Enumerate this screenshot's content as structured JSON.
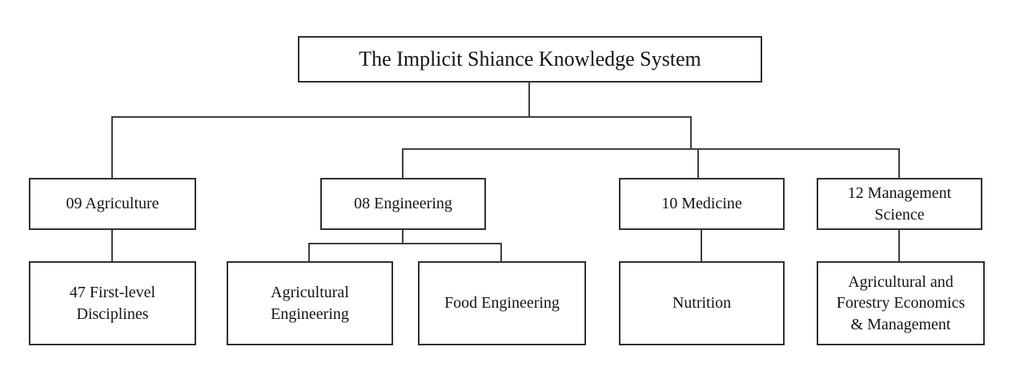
{
  "colors": {
    "background": "#ffffff",
    "box_border": "#2f2f2f",
    "line": "#3e3e3e",
    "text": "#141414"
  },
  "root": {
    "label": "The Implicit Shiance Knowledge System"
  },
  "level2": [
    {
      "id": "agriculture",
      "lines": [
        "09 Agriculture"
      ]
    },
    {
      "id": "engineering",
      "lines": [
        "08 Engineering"
      ]
    },
    {
      "id": "medicine",
      "lines": [
        "10 Medicine"
      ]
    },
    {
      "id": "management-science",
      "lines": [
        "12 Management",
        "Science"
      ]
    }
  ],
  "level3": [
    {
      "id": "first-level-disciplines",
      "lines": [
        "47 First-level",
        "Disciplines"
      ]
    },
    {
      "id": "agricultural-engineering",
      "lines": [
        "Agricultural",
        "Engineering"
      ]
    },
    {
      "id": "food-engineering",
      "lines": [
        "Food Engineering"
      ]
    },
    {
      "id": "nutrition",
      "lines": [
        "Nutrition"
      ]
    },
    {
      "id": "agri-forestry-econ-mgmt",
      "lines": [
        "Agricultural and",
        "Forestry Economics",
        "& Management"
      ]
    }
  ]
}
